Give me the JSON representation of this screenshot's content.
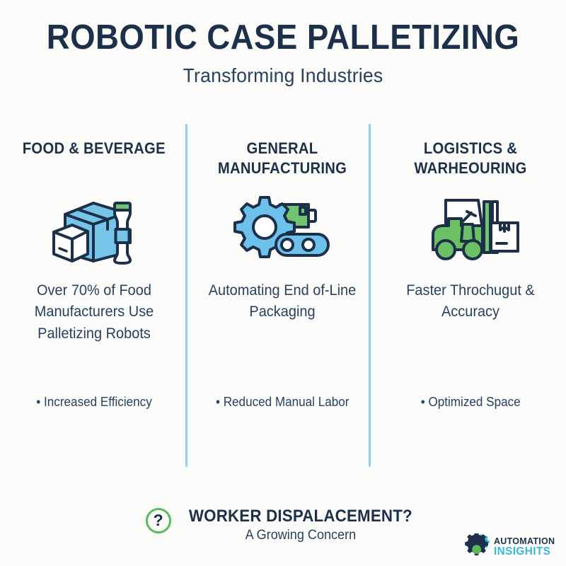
{
  "header": {
    "title": "ROBOTIC CASE PALLETIZING",
    "subtitle": "Transforming Industries"
  },
  "columns": [
    {
      "id": "food-beverage",
      "title": "FOOD & BEVERAGE",
      "icon": "boxes-and-bottle-icon",
      "stat": "Over 70% of Food Manufacturers Use Palletizing Robots",
      "bullet": "• Increased Efficiency"
    },
    {
      "id": "general-manufacturing",
      "title": "GENERAL MANUFACTURING",
      "icon": "gear-conveyor-icon",
      "stat": "Automating End of-Line Packaging",
      "bullet": "• Reduced Manual Labor"
    },
    {
      "id": "logistics-warehousing",
      "title": "LOGISTICS & WARHEOURING",
      "icon": "forklift-icon",
      "stat": "Faster Throchugut & Accuracy",
      "bullet": "• Optimized Space"
    }
  ],
  "footer": {
    "badge_glyph": "?",
    "title": "WORKER DISPALACEMENT?",
    "subtitle": "A Growing Concern"
  },
  "logo": {
    "line1": "AUTOMATION",
    "line2": "INSIGHITS"
  },
  "colors": {
    "background": "#fbfbf9",
    "navy": "#1d3049",
    "body_text": "#28415e",
    "divider_blue": "#8ed0f2",
    "icon_blue": "#6ec1ea",
    "icon_green": "#6cbf63",
    "badge_green": "#5cb85c",
    "logo_teal": "#3cb8d9"
  }
}
